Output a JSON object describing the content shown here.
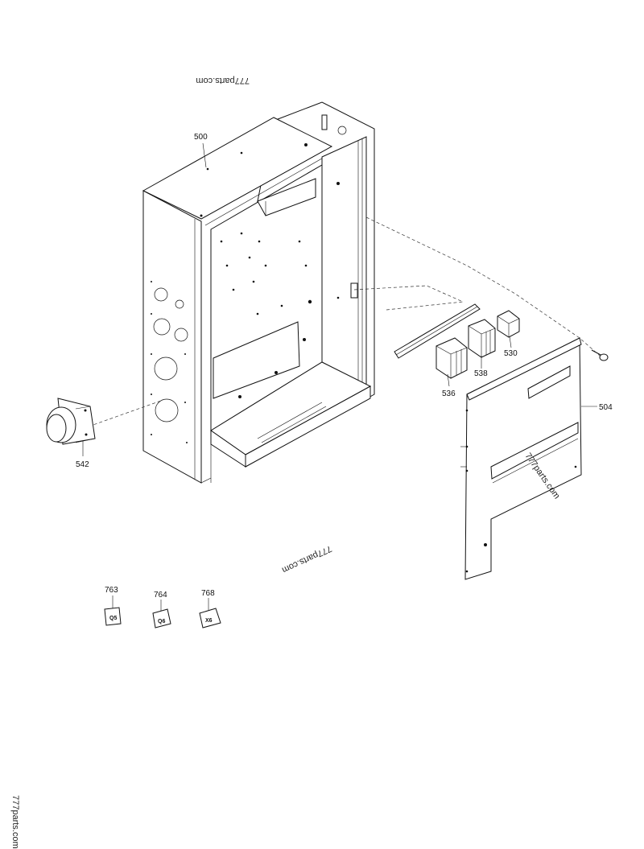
{
  "watermarks": {
    "top": "777parts.com",
    "middle": "777parts.com",
    "panel": "777parts.com",
    "side": "777parts.com"
  },
  "callouts": {
    "housing": "500",
    "panel": "504",
    "switch_small": "530",
    "switch_mid": "536",
    "switch_large": "538",
    "socket": "542",
    "label_q5": "763",
    "label_q6": "764",
    "label_x6": "768"
  },
  "label_tags": {
    "q5": "Q5",
    "q6": "Q6",
    "x6": "X6"
  }
}
